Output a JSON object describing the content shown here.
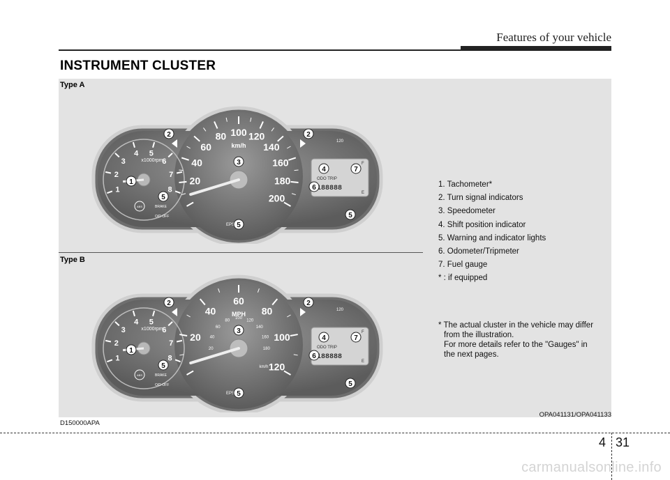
{
  "header": {
    "title": "Features of your vehicle"
  },
  "section_title": "INSTRUMENT CLUSTER",
  "type_a": {
    "label": "Type A",
    "speed_unit": "km/h",
    "speed_ticks": [
      "20",
      "40",
      "60",
      "80",
      "100",
      "120",
      "140",
      "160",
      "180",
      "200"
    ],
    "tach_ticks": [
      "1",
      "2",
      "3",
      "4",
      "5",
      "6",
      "7",
      "8"
    ],
    "tach_unit": "x1000rpm",
    "fuel_f": "F",
    "fuel_e": "E",
    "temp_top": "120",
    "odo": "ODO  TRIP",
    "digits": "188888",
    "eps": "EPS",
    "od_off": "O/D OFF",
    "brake": "BRAKE",
    "abs": "ABS",
    "callouts": [
      "1",
      "2",
      "2",
      "3",
      "4",
      "5",
      "5",
      "5",
      "6",
      "7"
    ]
  },
  "type_b": {
    "label": "Type B",
    "speed_unit": "MPH",
    "speed_ticks": [
      "20",
      "40",
      "60",
      "80",
      "100",
      "120"
    ],
    "inner_ticks": [
      "20",
      "40",
      "60",
      "80",
      "100",
      "120",
      "140",
      "160",
      "180"
    ],
    "inner_unit": "km/h",
    "tach_ticks": [
      "1",
      "2",
      "3",
      "4",
      "5",
      "6",
      "7",
      "8"
    ],
    "tach_unit": "x1000rpm",
    "fuel_f": "F",
    "fuel_e": "E",
    "temp_top": "120",
    "odo": "ODO  TRIP",
    "digits": "188888",
    "eps": "EPS",
    "od_off": "O/D OFF",
    "brake": "BRAKE",
    "abs": "ABS",
    "callouts": [
      "1",
      "2",
      "2",
      "3",
      "4",
      "5",
      "5",
      "5",
      "6",
      "7"
    ]
  },
  "legend": [
    "1. Tachometer*",
    "2. Turn signal indicators",
    "3. Speedometer",
    "4. Shift position indicator",
    "5. Warning and indicator lights",
    "6. Odometer/Tripmeter",
    "7. Fuel gauge",
    "* : if equipped"
  ],
  "note": {
    "line1": "* The actual cluster in the vehicle may differ",
    "line2": "from the illustration.",
    "line3": "For more details refer to the \"Gauges\" in",
    "line4": "the next pages."
  },
  "figure_codes": {
    "left": "D150000APA",
    "right": "OPA041131/OPA041133"
  },
  "page": {
    "chapter": "4",
    "number": "31"
  },
  "watermark": "carmanualsonline.info"
}
